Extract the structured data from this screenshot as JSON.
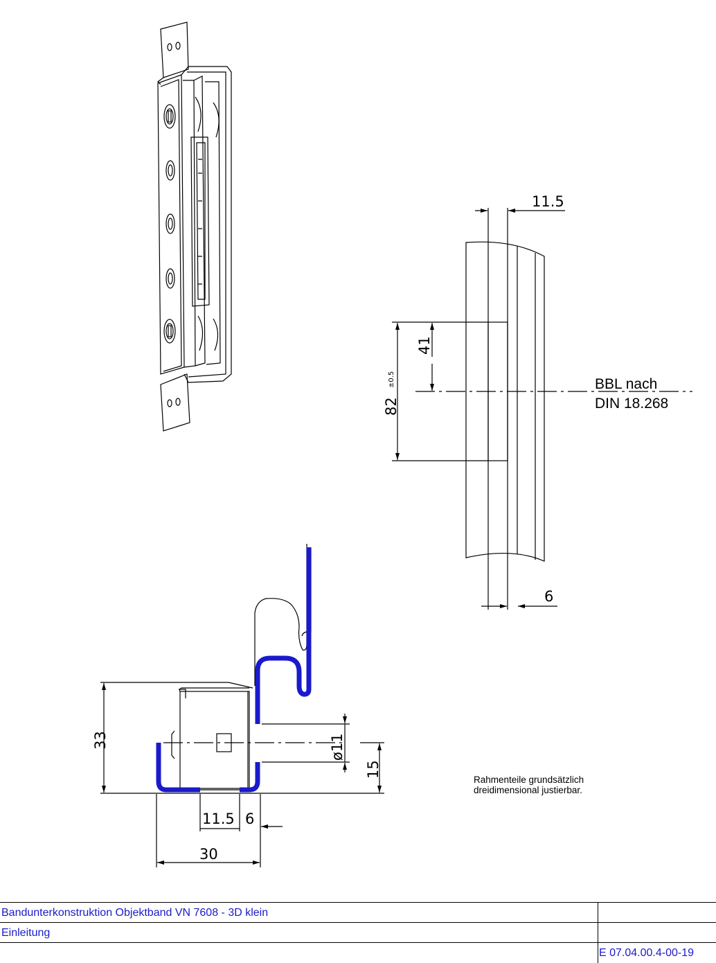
{
  "dimensions": {
    "width_11_5_top": "11.5",
    "height_82": "82",
    "tol_82": "±0.5",
    "height_41": "41",
    "width_6_right": "6",
    "height_33": "33",
    "dia_11": "ø11",
    "height_15": "15",
    "width_11_5_bottom": "11.5",
    "width_6_bottom": "6",
    "width_30": "30"
  },
  "labels": {
    "bbl_line1": "BBL nach",
    "bbl_line2": "DIN 18.268"
  },
  "note": {
    "line1": "Rahmenteile grundsätzlich",
    "line2": "dreidimensional justierbar."
  },
  "title_block": {
    "title": "Bandunterkonstruktion Objektband VN 7608 - 3D klein",
    "subtitle": "Einleitung",
    "doc_number": "E 07.04.00.4-00-19"
  },
  "colors": {
    "profile_highlight": "#1a1acc",
    "title_text": "#1a1acc",
    "line": "#000000"
  }
}
